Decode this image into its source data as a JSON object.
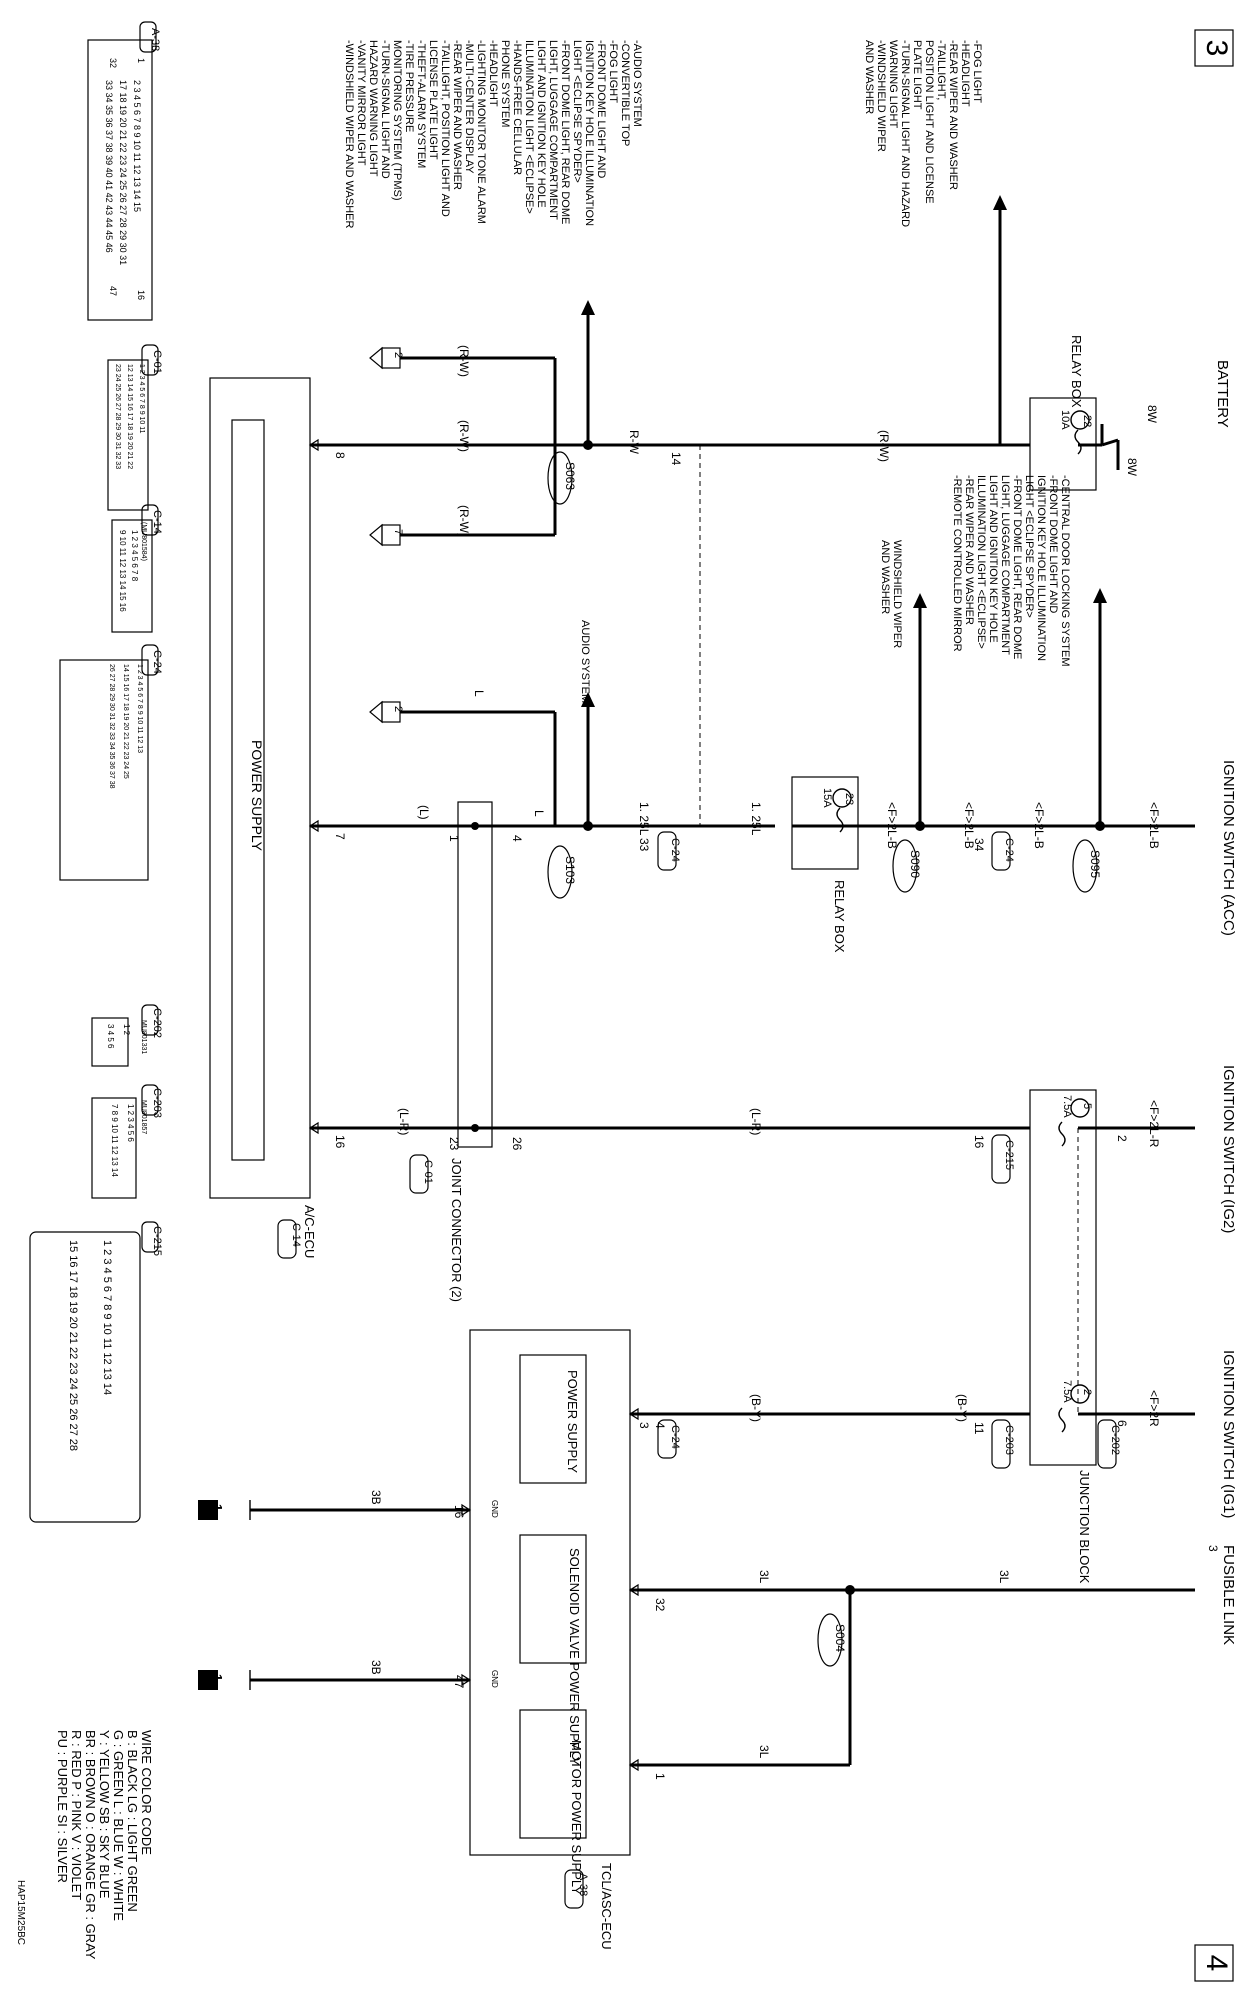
{
  "page": {
    "left_number": "3",
    "right_number": "4",
    "drawing_code": "HAP15M25BC"
  },
  "sources": {
    "battery": "BATTERY",
    "ign_acc": "IGNITION SWITCH (ACC)",
    "ign_ig2": "IGNITION SWITCH (IG2)",
    "ign_ig1": "IGNITION SWITCH (IG1)",
    "fusible_link": "FUSIBLE LINK",
    "fusible_link_num": "3"
  },
  "relay_box_top": {
    "label": "RELAY BOX",
    "fuse_num": "22",
    "rating": "10A"
  },
  "relay_box_mid": {
    "label": "RELAY BOX",
    "fuse_num": "23",
    "rating": "15A"
  },
  "junction_block": {
    "label": "JUNCTION BLOCK",
    "fuse_ig2_num": "5",
    "fuse_ig2_rating": "7.5A",
    "fuse_ig1_num": "2",
    "fuse_ig1_rating": "7.5A"
  },
  "joint_connector": {
    "label": "JOINT CONNECTOR (2)",
    "code": "C-01"
  },
  "ac_ecu": {
    "label": "A/C-ECU",
    "code": "C-14",
    "inner": "POWER SUPPLY"
  },
  "tcl_ecu": {
    "label": "TCL/ASC-ECU",
    "code": "A-38",
    "blocks": [
      "POWER SUPPLY",
      "SOLENOID VALVE POWER SUPPLY",
      "MOTOR POWER SUPPLY"
    ],
    "gnd": "GND"
  },
  "wires": {
    "w8w": "8W",
    "rw": "R-W",
    "rw_p": "(R-W)",
    "f2lb": "<F>2L-B",
    "f2lr": "<F>2L-R",
    "f2r": "<F>2R",
    "l125": "1. 25L",
    "l": "L",
    "l_p": "(L)",
    "lr_p": "(L-R)",
    "by_p": "(B-Y)",
    "l3": "3L",
    "b3": "3B"
  },
  "splices": [
    "S063",
    "S103",
    "S095",
    "S090",
    "S004"
  ],
  "pins": {
    "p14": "14",
    "p8": "8",
    "p33": "33",
    "p34": "34",
    "p4": "4",
    "p1": "1",
    "p7": "7",
    "p2": "2",
    "p16": "16",
    "p26": "26",
    "p23": "23",
    "p6": "6",
    "p11": "11",
    "p3": "3",
    "p32": "32",
    "p47": "47",
    "p1b": "1"
  },
  "connectors": {
    "c24": "C-24",
    "c215": "C-215",
    "c202": "C-202",
    "c203": "C-203",
    "c01": "C-01",
    "c14": "C-14",
    "a38": "A-38"
  },
  "arrows": {
    "a2": "2",
    "a7": "7"
  },
  "ground_nums": {
    "g1": "1"
  },
  "audio_system": "AUDIO SYSTEM",
  "relay_loads": [
    "-FOG LIGHT",
    "-HEADLIGHT",
    "-REAR WIPER AND WASHER",
    "-TAILLIGHT,",
    " POSITION LIGHT AND LICENSE",
    " PLATE LIGHT",
    "-TURN-SIGNAL LIGHT AND HAZARD",
    " WARNING LIGHT",
    "-WINDSHIELD WIPER",
    " AND WASHER"
  ],
  "acc_loads": [
    "-CENTRAL DOOR LOCKING SYSTEM",
    "-FRONT DOME LIGHT AND",
    " IGNITION KEY HOLE ILLUMINATION",
    " LIGHT <ECLIPSE SPYDER>",
    "-FRONT DOME LIGHT, REAR DOME",
    " LIGHT, LUGGAGE COMPARTMENT",
    " LIGHT AND IGNITION KEY HOLE",
    " ILLUMINATION LIGHT <ECLIPSE>",
    "-REAR WIPER AND WASHER",
    "-REMOTE CONTROLLED MIRROR"
  ],
  "acc_loads2": [
    "WINDSHIELD WIPER",
    "AND WASHER"
  ],
  "battery_loads": [
    "-AUDIO SYSTEM",
    "-CONVERTIBLE TOP",
    "-FOG LIGHT",
    "-FRONT DOME LIGHT AND",
    " IGNITION KEY HOLE ILLUMINATION",
    " LIGHT <ECLIPSE SPYDER>",
    "-FRONT DOME LIGHT, REAR DOME",
    " LIGHT, LUGGAGE COMPARTMENT",
    " LIGHT AND IGNITION KEY HOLE",
    " ILLUMINATION LIGHT <ECLIPSE>",
    "-HANDS-FREE CELLULAR",
    " PHONE SYSTEM",
    "-HEADLIGHT",
    "-LIGHTING MONITOR TONE ALARM",
    "-MULTI-CENTER DISPLAY",
    "-REAR WIPER AND WASHER",
    "-TAILLIGHT, POSITION LIGHT AND",
    " LICENSE PLATE LIGHT",
    "-THEFT-ALARM SYSTEM",
    "-TIRE PRESSURE",
    " MONITORING SYSTEM (TPMS)",
    "-TURN-SIGNAL LIGHT AND",
    " HAZARD WARNING LIGHT",
    "-VANITY MIRROR LIGHT",
    "-WINDSHIELD WIPER AND WASHER"
  ],
  "legend": {
    "title": "WIRE COLOR CODE",
    "lines": [
      "B : BLACK    LG : LIGHT GREEN",
      "G : GREEN    L : BLUE    W : WHITE",
      "Y : YELLOW    SB : SKY BLUE",
      "BR : BROWN    O : ORANGE    GR : GRAY",
      "R : RED    P : PINK    V : VIOLET",
      "PU : PURPLE    SI : SILVER"
    ]
  },
  "conn_views": {
    "a38": {
      "label": "A-38",
      "row1": "2 3 4 5 6 7 8 9 10 11 12 13 14 15",
      "row2": "17 18 19 20 21 22 23 24 25 26 27 28 29 30 31",
      "row3": "33 34 35 36 37 38 39 40 41 42 43 44 45 46",
      "pin1": "1",
      "pin16": "16",
      "pin32": "32",
      "pin47": "47"
    },
    "c01": {
      "label": "C-01",
      "row1": "1 2 3 4 5 6 7 8 9 10 11",
      "row2": "12 13 14 15 16 17 18 19 20 21 22",
      "row3": "23 24 25 26 27 28 29 30 31 32 33"
    },
    "c14": {
      "label": "C-14",
      "part": "(MU801584)",
      "row1": "1 2 3 4 5 6 7 8",
      "row2": "9 10 11 12 13 14 15 16"
    },
    "c24": {
      "label": "C-24",
      "row1": "1 2 3 4 5 6 7 8 9 10 11 12 13",
      "row2": "14 15 16 17 18 19 20 21 22 23 24 25",
      "row3": "26 27 28 29 30 31 32 33 34 35 36 37 38"
    },
    "c202": {
      "label": "C-202",
      "part": "MU801331",
      "row1": "1 2",
      "row2": "3 4 5 6"
    },
    "c203": {
      "label": "C-203",
      "part": "MU801857",
      "row1": "1 2 3 4 5 6",
      "row2": "7 8 9 10 11 12 13 14"
    },
    "c215": {
      "label": "C-215",
      "row1": "1 2 3 4 5 6 7 8 9 10 11 12 13 14",
      "row2": "15 16 17 18 19 20 21 22 23 24 25 26 27 28"
    }
  }
}
